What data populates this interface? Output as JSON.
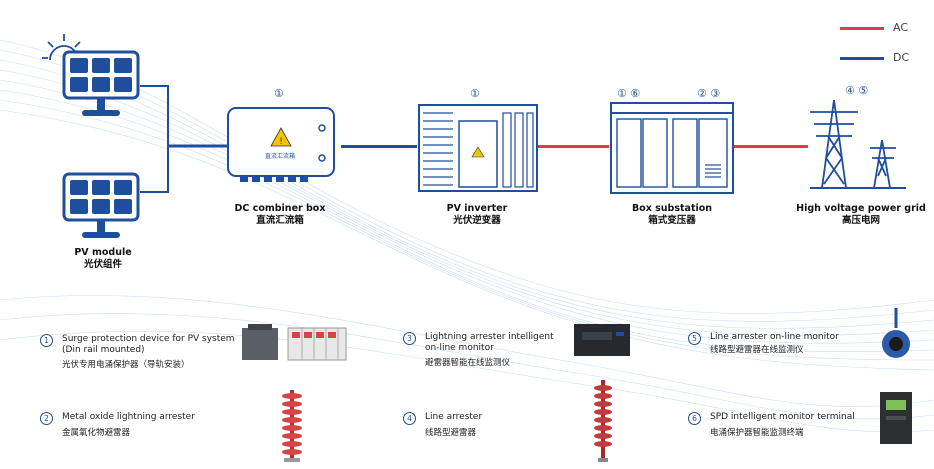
{
  "legend": {
    "ac_label": "AC",
    "dc_label": "DC",
    "ac_color": "#e63946",
    "dc_color": "#1f4e9c"
  },
  "nodes": {
    "pv_module": {
      "label_en": "PV module",
      "label_cn": "光伏组件"
    },
    "combiner": {
      "num": "①",
      "label_en": "DC combiner box",
      "label_cn": "直流汇流箱",
      "box_text": "直流汇流箱"
    },
    "inverter": {
      "num": "①",
      "label_en": "PV inverter",
      "label_cn": "光伏逆变器"
    },
    "substation": {
      "num_left": "① ⑥",
      "num_right": "② ③",
      "label_en": "Box substation",
      "label_cn": "箱式变压器"
    },
    "grid": {
      "num": "④ ⑤",
      "label_en": "High voltage power grid",
      "label_cn": "高压电网"
    }
  },
  "products": [
    {
      "num": "1",
      "line1": "Surge protection device for PV system",
      "line2": "(Din rail mounted)",
      "cn": "光伏专用电涌保护器（导轨安装）"
    },
    {
      "num": "2",
      "line1": "Metal oxide lightning arrester",
      "line2": "",
      "cn": "金属氧化物避雷器"
    },
    {
      "num": "3",
      "line1": "Lightning arrester intelligent",
      "line2": "on-line monitor",
      "cn": "避雷器智能在线监测仪"
    },
    {
      "num": "4",
      "line1": "Line arrester",
      "line2": "",
      "cn": "线路型避雷器"
    },
    {
      "num": "5",
      "line1": "Line arrester on-line monitor",
      "line2": "",
      "cn": "线路型避雷器在线监测仪"
    },
    {
      "num": "6",
      "line1": "SPD intelligent monitor terminal",
      "line2": "",
      "cn": "电涌保护器智能监测终端"
    }
  ]
}
